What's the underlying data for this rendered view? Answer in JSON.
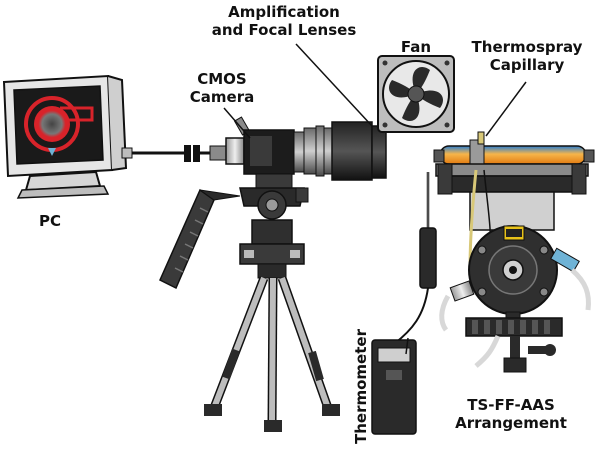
{
  "labels": {
    "amplification": "Amplification\nand Focal Lenses",
    "fan": "Fan",
    "thermospray": "Thermospray\nCapillary",
    "cmos": "CMOS\nCamera",
    "pc": "PC",
    "thermometer": "Thermometer",
    "tsffaas": "TS-FF-AAS\nArrangement"
  },
  "colors": {
    "outline": "#111111",
    "monitor_body": "#e6e6e6",
    "screen": "#1a1a1a",
    "red_flame": "#d8232a",
    "fan_gray": "#b9b9b9",
    "capillary_orange": "#f29a24",
    "capillary_blue": "#2a7fd4",
    "tube_yellow": "#d8c878",
    "cable_blue": "#6fb3d6",
    "tripod_dark": "#3a3a3a"
  }
}
